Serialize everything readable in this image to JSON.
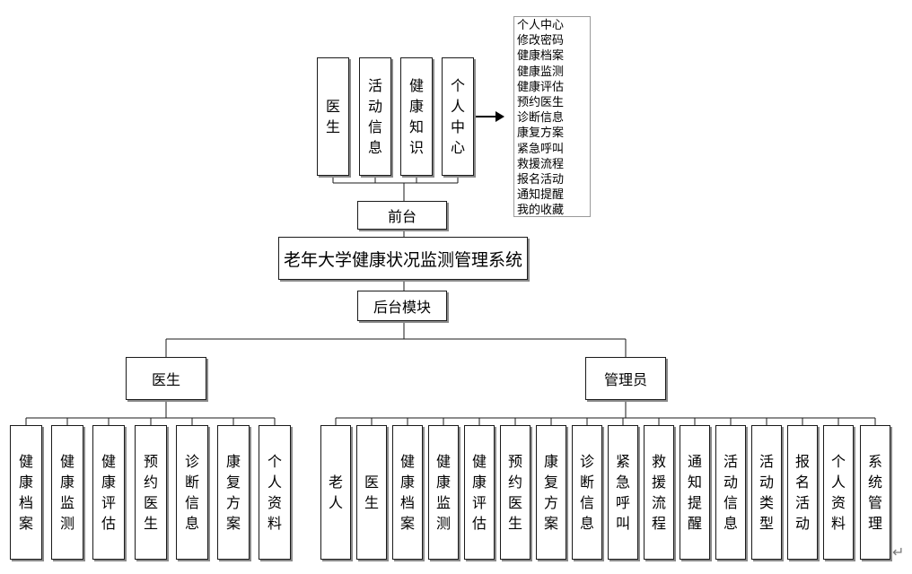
{
  "front": {
    "top_boxes": [
      "医\n生",
      "活\n动\n信\n息",
      "健\n康\n知\n识",
      "个\n人\n中\n心"
    ],
    "label": "前台",
    "personal_center_menu": [
      "个人中心",
      "修改密码",
      "健康档案",
      "健康监测",
      "健康评估",
      "预约医生",
      "诊断信息",
      "康复方案",
      "紧急呼叫",
      "救援流程",
      "报名活动",
      "通知提醒",
      "我的收藏"
    ]
  },
  "system_title": "老年大学健康状况监测管理系统",
  "back": {
    "label": "后台模块",
    "doctor": {
      "label": "医生",
      "children": [
        "健\n康\n档\n案",
        "健\n康\n监\n测",
        "健\n康\n评\n估",
        "预\n约\n医\n生",
        "诊\n断\n信\n息",
        "康\n复\n方\n案",
        "个\n人\n资\n料"
      ]
    },
    "admin": {
      "label": "管理员",
      "children": [
        "老\n人",
        "医\n生",
        "健\n康\n档\n案",
        "健\n康\n监\n测",
        "健\n康\n评\n估",
        "预\n约\n医\n生",
        "康\n复\n方\n案",
        "诊\n断\n信\n息",
        "紧\n急\n呼\n叫",
        "救\n援\n流\n程",
        "通\n知\n提\n醒",
        "活\n动\n信\n息",
        "活\n动\n类\n型",
        "报\n名\n活\n动",
        "个\n人\n资\n料",
        "系\n统\n管\n理"
      ]
    }
  },
  "return_mark": "↵"
}
